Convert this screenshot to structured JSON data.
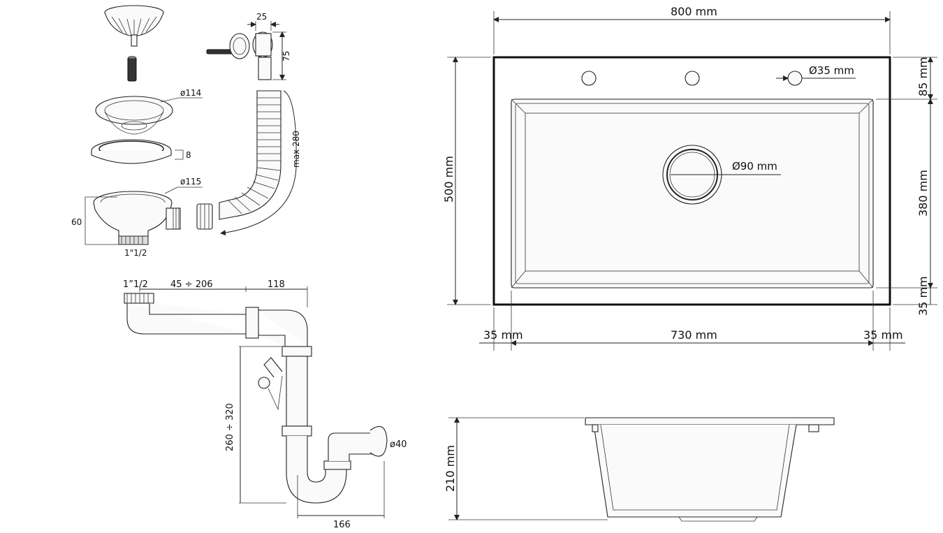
{
  "parts_diagram": {
    "strainer_diameter": "ø114",
    "washer_height": "8",
    "outlet_diameter": "ø115",
    "body_height": "60",
    "thread_size": "1\"1/2",
    "overflow_width": "25",
    "overflow_height": "75",
    "hose_length": "max 280"
  },
  "siphon_diagram": {
    "inlet_thread": "1”1/2",
    "horizontal_range": "45 ÷ 206",
    "elbow_width": "118",
    "vertical_range": "260 ÷ 320",
    "outlet_diameter": "ø40",
    "trap_width": "166"
  },
  "sink_top_view": {
    "overall_width": "800 mm",
    "overall_depth": "500 mm",
    "tap_hole_diameter": "Ø35 mm",
    "drain_diameter": "Ø90 mm",
    "back_margin": "85 mm",
    "bowl_depth": "380 mm",
    "front_margin": "35 mm",
    "left_margin": "35 mm",
    "bowl_width": "730 mm",
    "right_margin": "35 mm"
  },
  "sink_side_view": {
    "height": "210 mm"
  }
}
